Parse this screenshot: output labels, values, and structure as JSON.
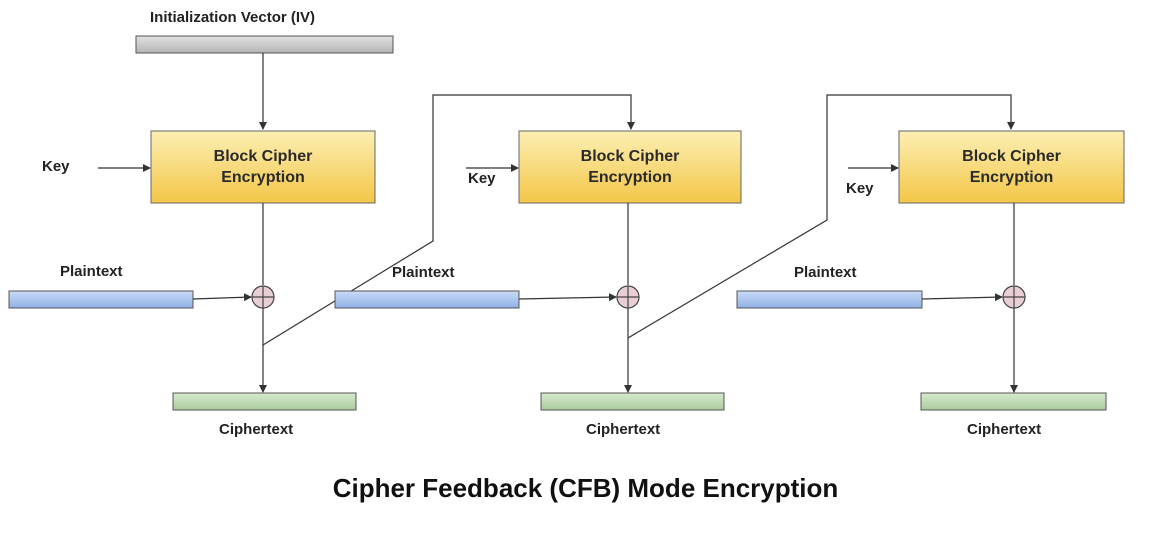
{
  "iv_label": "Initialization Vector (IV)",
  "title": "Cipher Feedback (CFB) Mode Encryption",
  "stages": [
    {
      "key_label": "Key",
      "cipher_line1": "Block Cipher",
      "cipher_line2": "Encryption",
      "plaintext_label": "Plaintext",
      "ciphertext_label": "Ciphertext"
    },
    {
      "key_label": "Key",
      "cipher_line1": "Block Cipher",
      "cipher_line2": "Encryption",
      "plaintext_label": "Plaintext",
      "ciphertext_label": "Ciphertext"
    },
    {
      "key_label": "Key",
      "cipher_line1": "Block Cipher",
      "cipher_line2": "Encryption",
      "plaintext_label": "Plaintext",
      "ciphertext_label": "Ciphertext"
    }
  ],
  "colors": {
    "iv_bar": "#c8c8c8",
    "cipher_box_top": "#fcefb4",
    "cipher_box_bottom": "#f3c647",
    "plaintext_bar": "#a9c4ee",
    "ciphertext_bar": "#bcd9b0",
    "xor_fill": "#e8cfd5"
  }
}
